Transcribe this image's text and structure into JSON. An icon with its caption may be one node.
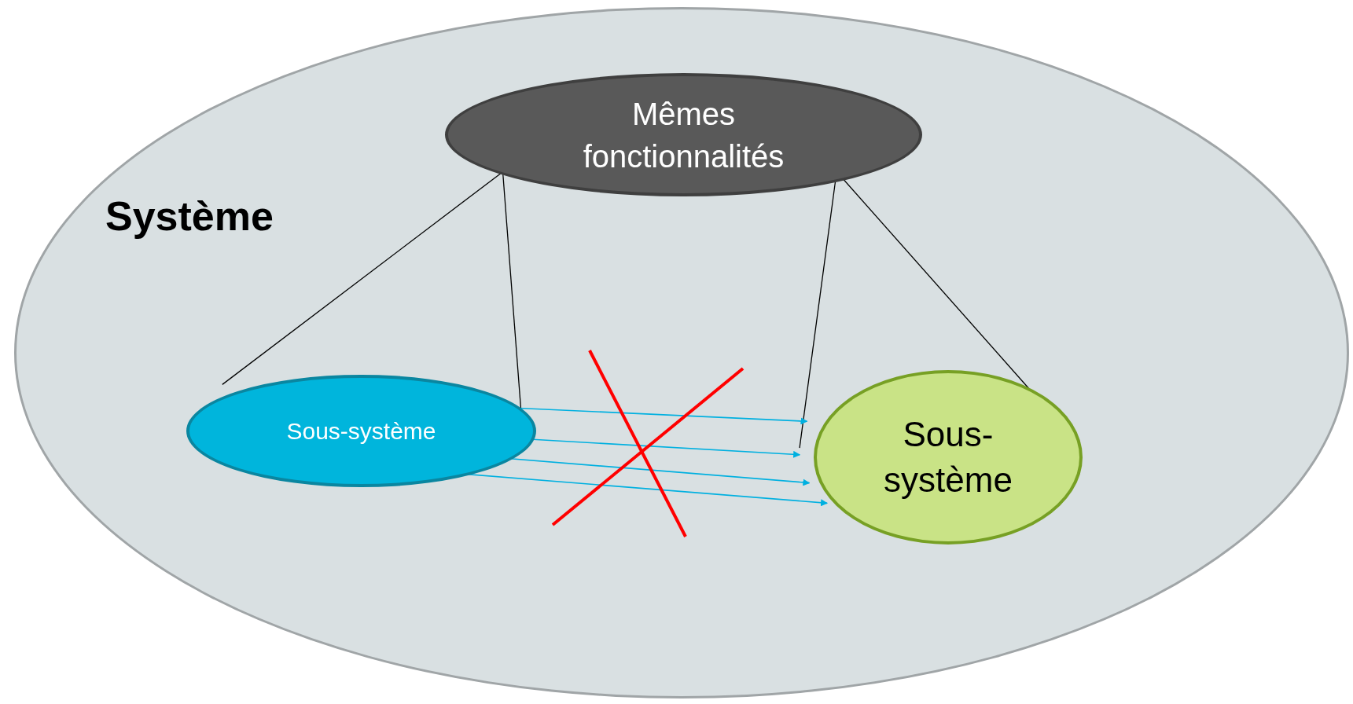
{
  "diagram": {
    "nodes": [
      {
        "text": [
          "Système"
        ]
      },
      {
        "text": [
          "Mêmes fonctionnalités"
        ],
        "in": 0
      },
      {
        "text": [
          "Sous-système"
        ],
        "in": 0
      },
      {
        "text": [
          "Sous-système"
        ],
        "in": 0
      }
    ],
    "edges": [
      {
        "from": 1,
        "to": 2,
        "arrow": "none"
      },
      {
        "from": 1,
        "to": 2,
        "arrow": "none"
      },
      {
        "from": 1,
        "to": 3,
        "arrow": "none"
      },
      {
        "from": 1,
        "to": 3,
        "arrow": "none"
      },
      {
        "from": 2,
        "to": 3,
        "arrow": "to",
        "color": "#00b0e0"
      },
      {
        "from": 2,
        "to": 3,
        "arrow": "to",
        "color": "#00b0e0"
      },
      {
        "from": 2,
        "to": 3,
        "arrow": "to",
        "color": "#00b0e0"
      },
      {
        "from": 2,
        "to": 3,
        "arrow": "to",
        "color": "#00b0e0"
      }
    ]
  }
}
